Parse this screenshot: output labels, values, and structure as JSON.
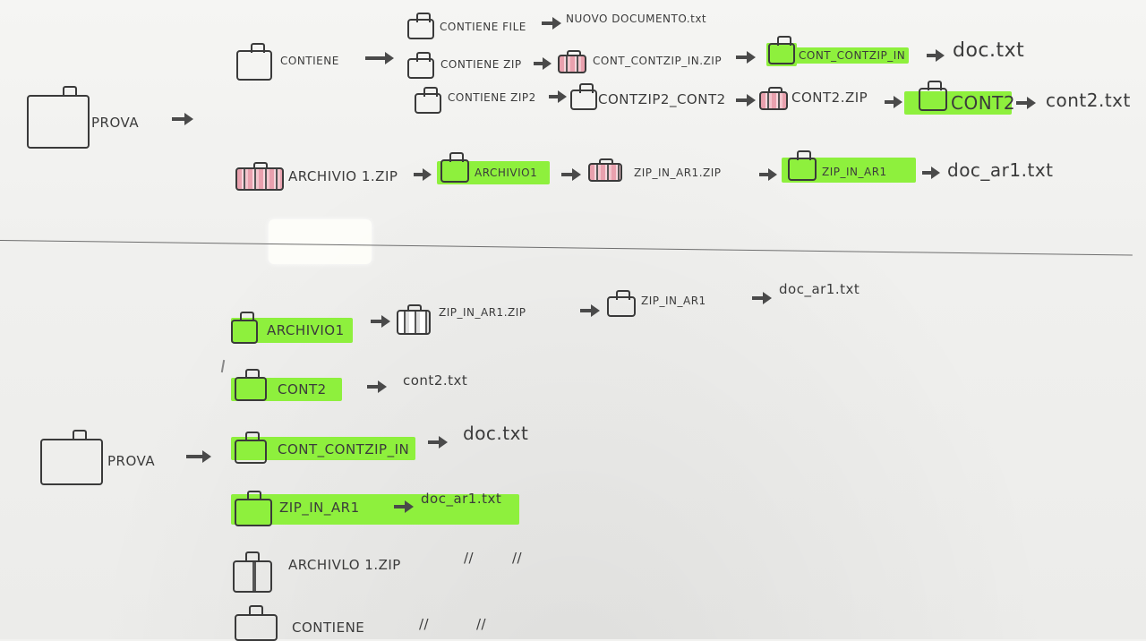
{
  "sketch": {
    "top": {
      "root": "PROVA",
      "rows": [
        {
          "folder": "CONTIENE",
          "chain": [
            "CONTIENE FILE",
            "NUOVO DOCUMENTO.txt"
          ]
        },
        {
          "chain": [
            "CONTIENE ZIP",
            "CONT_CONTZIP_IN.ZIP",
            "CONT_CONTZIP_IN",
            "doc.txt"
          ]
        },
        {
          "chain": [
            "CONTIENE ZIP2",
            "CONTZIP2_CONT2",
            "CONT2.ZIP",
            "CONT2",
            "cont2.txt"
          ]
        },
        {
          "chain": [
            "ARCHIVIO 1.ZIP",
            "ARCHIVIO1",
            "ZIP_IN_AR1.ZIP",
            "ZIP_IN_AR1",
            "doc_ar1.txt"
          ]
        }
      ]
    },
    "bottom": {
      "root": "PROVA",
      "rows": [
        {
          "chain": [
            "ARCHIVIO1",
            "ZIP_IN_AR1.ZIP",
            "ZIP_IN_AR1",
            "doc_ar1.txt"
          ]
        },
        {
          "chain": [
            "CONT2",
            "cont2.txt"
          ]
        },
        {
          "chain": [
            "CONT_CONTZIP_IN",
            "doc.txt"
          ]
        },
        {
          "chain": [
            "ZIP_IN_AR1",
            "doc_ar1.txt"
          ]
        },
        {
          "chain": [
            "ARCHIVLO 1.ZIP",
            "//",
            "//"
          ]
        },
        {
          "chain": [
            "CONTIENE",
            "//",
            "//"
          ]
        }
      ]
    }
  },
  "colors": {
    "highlight": "#8ef03d",
    "ink": "#3a3a3a",
    "zip": "#e9a1ae"
  },
  "icons": [
    "folder-icon",
    "zip-folder-icon",
    "arrow-right-icon"
  ]
}
